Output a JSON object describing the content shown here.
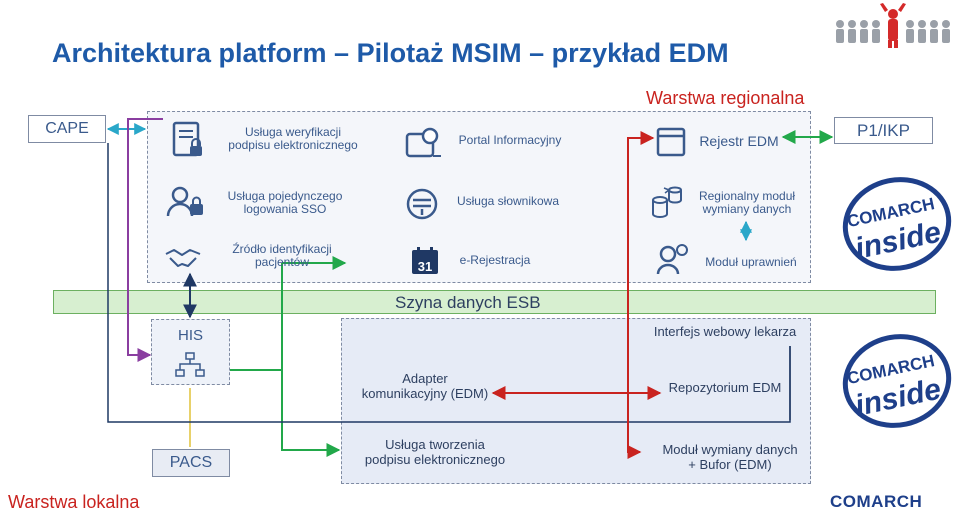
{
  "title": "Architektura platform – Pilotaż MSIM – przykład EDM",
  "regional_label": "Warstwa regionalna",
  "local_label": "Warstwa lokalna",
  "cape": "CAPE",
  "p1": "P1/IKP",
  "services": {
    "verify_sig": [
      "Usługa weryfikacji",
      "podpisu elektronicznego"
    ],
    "portal": "Portal Informacyjny",
    "rejestr": "Rejestr EDM",
    "sso": [
      "Usługa pojedynczego",
      "logowania SSO"
    ],
    "slownik": "Usługa słownikowa",
    "regional_module": [
      "Regionalny moduł",
      "wymiany danych"
    ],
    "patient_id": [
      "Źródło identyfikacji",
      "pacjentów"
    ],
    "erej": "e-Rejestracja",
    "calendar_day": "31",
    "uprawnien": "Moduł uprawnień"
  },
  "esb": "Szyna danych ESB",
  "his": "HIS",
  "pacs": "PACS",
  "edm": {
    "web": "Interfejs webowy lekarza",
    "adapter": [
      "Adapter",
      "komunikacyjny (EDM)"
    ],
    "repo": "Repozytorium EDM",
    "sign": [
      "Usługa tworzenia",
      "podpisu elektronicznego"
    ],
    "exchange": [
      "Moduł wymiany danych",
      "+ Bufor (EDM)"
    ]
  },
  "logos": {
    "comarch": "COMARCH",
    "inside": "inside"
  },
  "colors": {
    "title": "#1e5aa8",
    "red": "#c9231f",
    "green": "#22a84a",
    "purple": "#8a3ea0",
    "navy": "#1f3864",
    "cyan": "#2aa7c9",
    "yellow": "#e8d16a"
  }
}
